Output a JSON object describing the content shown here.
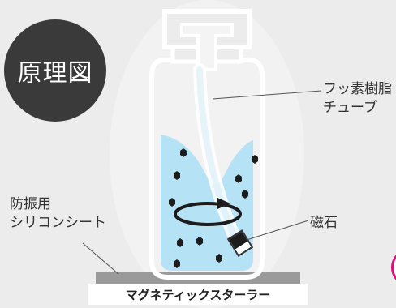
{
  "badge": {
    "text": "原理図"
  },
  "labels": {
    "tube_line1": "フッ素樹脂",
    "tube_line2": "チューブ",
    "sheet_line1": "防振用",
    "sheet_line2": "シリコンシート",
    "magnet": "磁石"
  },
  "stirrer": {
    "label": "マグネティックスターラー"
  },
  "colors": {
    "liquid": "#b6e2f6",
    "badge": "#3a3a3a",
    "silicone_sheet": "#9a9a9a",
    "accent_edge": "#d8127a"
  }
}
